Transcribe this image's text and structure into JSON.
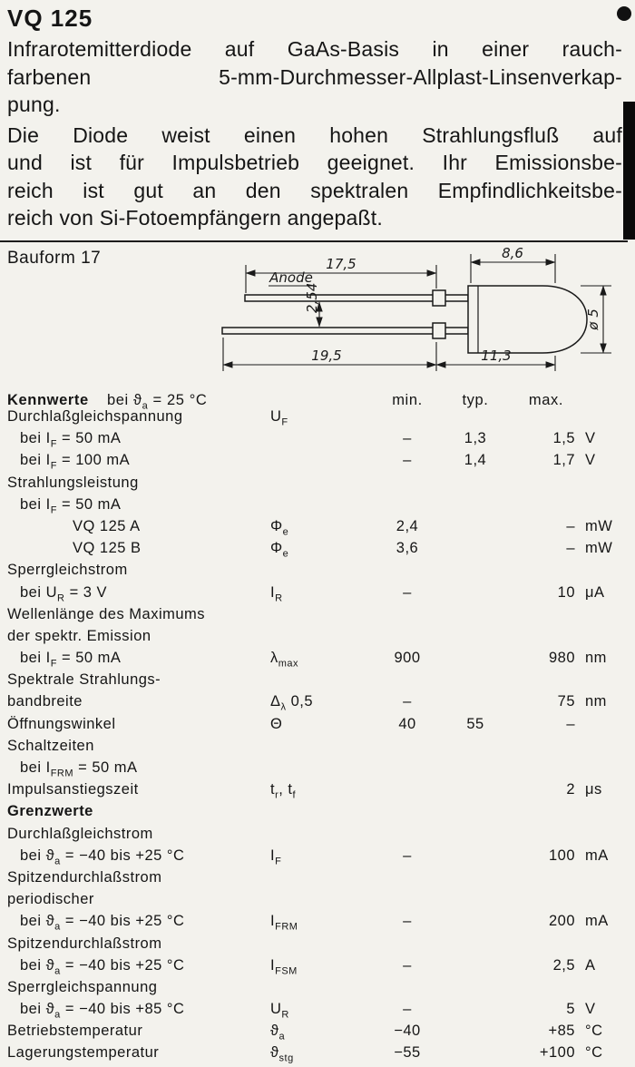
{
  "page": {
    "title": "VQ 125",
    "intro": {
      "para1_lines": [
        "Infrarotemitterdiode auf GaAs-Basis in einer rauch-",
        "farbenen 5-mm-Durchmesser-Allplast-Linsenverkap-",
        "pung."
      ],
      "para2_lines": [
        "Die Diode weist einen hohen Strahlungsfluß auf",
        "und ist für Impulsbetrieb geeignet. Ihr Emissionsbe-",
        "reich ist gut an den spektralen Empfindlichkeitsbe-",
        "reich von Si-Fotoempfängern angepaßt."
      ]
    }
  },
  "drawing": {
    "bauform_label": "Bauform 17",
    "anode_label": "Anode",
    "dims": {
      "lead_top": "17,5",
      "body_top": "8,6",
      "pitch": "2,54",
      "lead_bottom": "19,5",
      "body_bottom": "11,3",
      "diameter": "ø 5"
    }
  },
  "table": {
    "header": {
      "section": "Kennwerte",
      "condition": "bei ϑ~a~ = 25 °C",
      "min": "min.",
      "typ": "typ.",
      "max": "max."
    },
    "rows": [
      {
        "label": "Durchlaßgleichspannung",
        "sym": "U~F~"
      },
      {
        "label": "bei I~F~ = 50 mA",
        "indent": 1,
        "min": "–",
        "typ": "1,3",
        "max": "1,5",
        "unit": "V"
      },
      {
        "label": "bei I~F~ = 100 mA",
        "indent": 1,
        "min": "–",
        "typ": "1,4",
        "max": "1,7",
        "unit": "V"
      },
      {
        "label": "Strahlungsleistung"
      },
      {
        "label": "bei I~F~ = 50 mA",
        "indent": 1
      },
      {
        "label": "VQ 125 A",
        "indent": 2,
        "sym": "Φ~e~",
        "min": "2,4",
        "max": "–",
        "unit": "mW"
      },
      {
        "label": "VQ 125 B",
        "indent": 2,
        "sym": "Φ~e~",
        "min": "3,6",
        "max": "–",
        "unit": "mW"
      },
      {
        "label": "Sperrgleichstrom"
      },
      {
        "label": "bei U~R~ = 3 V",
        "indent": 1,
        "sym": "I~R~",
        "min": "–",
        "max": "10",
        "unit": "μA"
      },
      {
        "label": "Wellenlänge des Maximums"
      },
      {
        "label": "der spektr. Emission"
      },
      {
        "label": "bei I~F~ = 50 mA",
        "indent": 1,
        "sym": "λ~max~",
        "min": "900",
        "max": "980",
        "unit": "nm"
      },
      {
        "label": "Spektrale Strahlungs-"
      },
      {
        "label": "bandbreite",
        "sym": "Δ~λ~ 0,5",
        "min": "–",
        "max": "75",
        "unit": "nm"
      },
      {
        "label": "Öffnungswinkel",
        "sym": "Θ",
        "min": "40",
        "typ": "55",
        "max": "–"
      },
      {
        "label": "Schaltzeiten"
      },
      {
        "label": "bei I~FRM~ = 50 mA",
        "indent": 1
      },
      {
        "label": "Impulsanstiegszeit",
        "sym": "t~r~, t~f~",
        "max": "2",
        "unit": "μs"
      },
      {
        "label": "Grenzwerte",
        "bold": true
      },
      {
        "label": "Durchlaßgleichstrom"
      },
      {
        "label": "bei ϑ~a~ = −40 bis +25 °C",
        "indent": 1,
        "sym": "I~F~",
        "min": "–",
        "max": "100",
        "unit": "mA"
      },
      {
        "label": "Spitzendurchlaßstrom"
      },
      {
        "label": "periodischer"
      },
      {
        "label": "bei ϑ~a~ = −40 bis +25 °C",
        "indent": 1,
        "sym": "I~FRM~",
        "min": "–",
        "max": "200",
        "unit": "mA"
      },
      {
        "label": "Spitzendurchlaßstrom"
      },
      {
        "label": "bei ϑ~a~ = −40 bis +25 °C",
        "indent": 1,
        "sym": "I~FSM~",
        "min": "–",
        "max": "2,5",
        "unit": "A"
      },
      {
        "label": "Sperrgleichspannung"
      },
      {
        "label": "bei ϑ~a~ = −40 bis +85 °C",
        "indent": 1,
        "sym": "U~R~",
        "min": "–",
        "max": "5",
        "unit": "V"
      },
      {
        "label": "Betriebstemperatur",
        "sym": "ϑ~a~",
        "min": "−40",
        "max": "+85",
        "unit": "°C"
      },
      {
        "label": "Lagerungstemperatur",
        "sym": "ϑ~stg~",
        "min": "−55",
        "max": "+100",
        "unit": "°C"
      }
    ]
  }
}
